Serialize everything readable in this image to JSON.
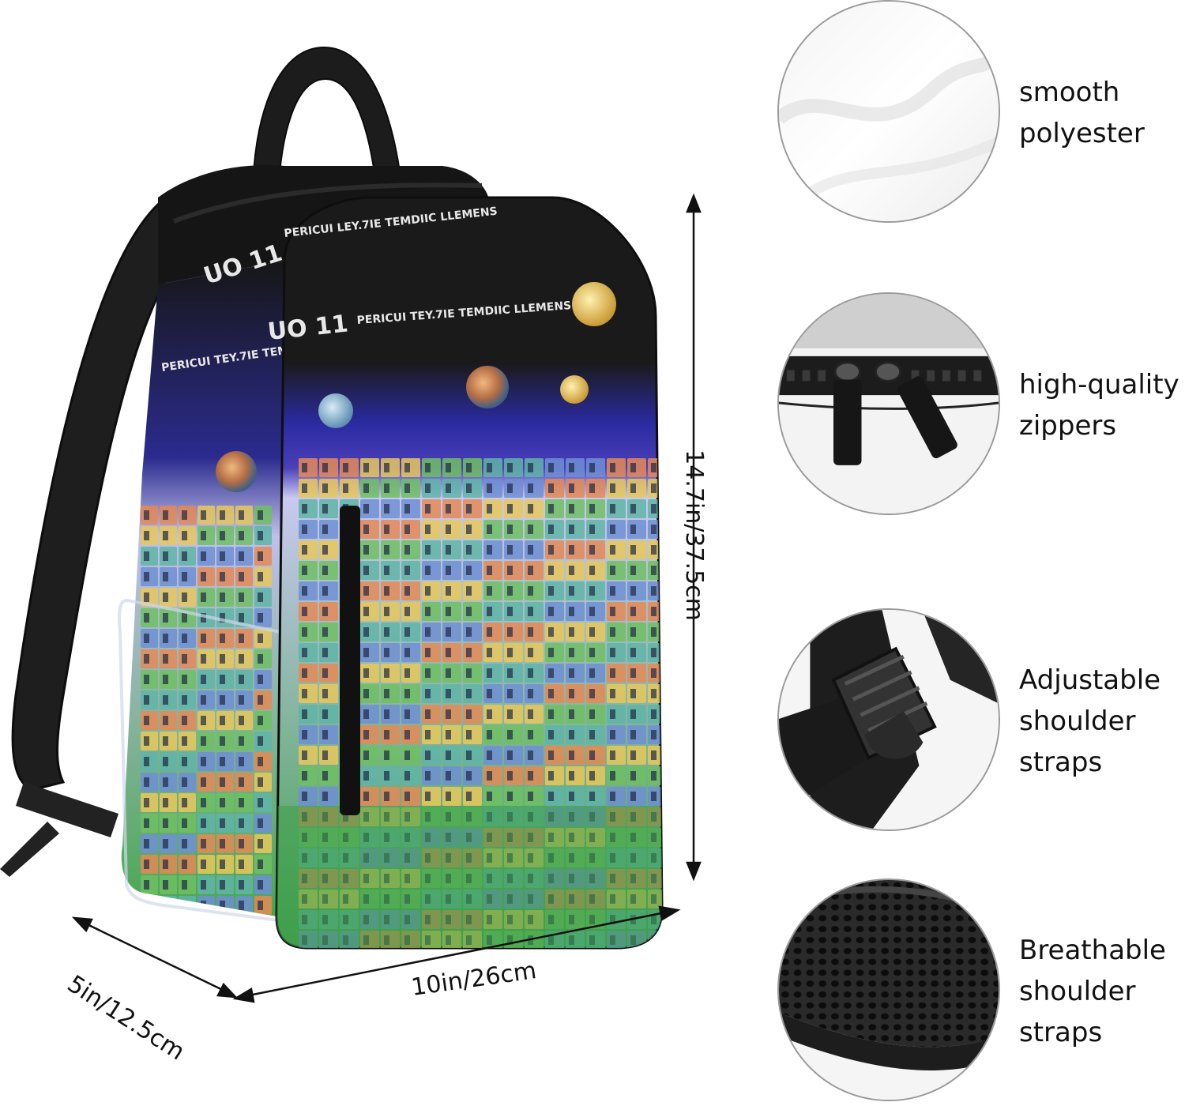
{
  "product": {
    "print_text_1": "PERICUI TEY.7IE TEMDIIC LLEMENS",
    "print_text_2": "PERICUI TEY.7IE TEMDIIC",
    "print_text_3": "PERICUI LEY.7IE TEMDIIC LLEMENS",
    "print_text_4": "UO 11"
  },
  "dimensions": {
    "height": "14.7in/37.5cm",
    "width": "10in/26cm",
    "depth": "5in/12.5cm"
  },
  "features": [
    {
      "lines": [
        "smooth",
        "polyester"
      ],
      "icon": "fabric-swatch"
    },
    {
      "lines": [
        "high-quality",
        "zippers"
      ],
      "icon": "zipper-pulls"
    },
    {
      "lines": [
        "Adjustable",
        "shoulder",
        "straps"
      ],
      "icon": "strap-buckle"
    },
    {
      "lines": [
        "Breathable",
        "shoulder",
        "straps"
      ],
      "icon": "mesh-padding"
    }
  ],
  "colors": {
    "bag_black": "#1a1a1a",
    "accent_blue": "#2e2ea8",
    "cell_orange": "#e58a55",
    "cell_yellow": "#e7c85a",
    "cell_green": "#6fbf63",
    "cell_teal": "#5fb5a7",
    "cell_blue": "#6f8fd4"
  }
}
